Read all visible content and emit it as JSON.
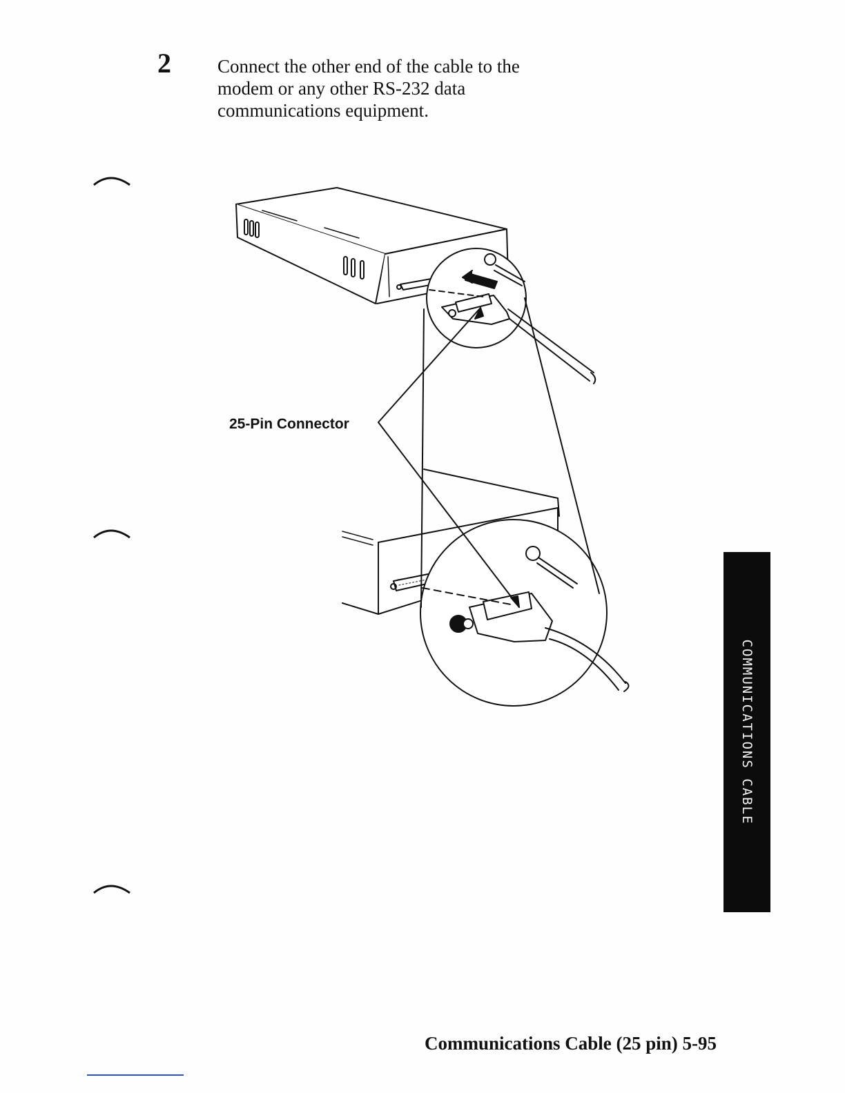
{
  "step": {
    "number": "2",
    "text_lines": [
      "Connect the other end of the cable to the",
      "modem or any other RS-232 data",
      "communications equipment."
    ]
  },
  "figure": {
    "callout": "25-Pin Connector"
  },
  "side_tab": {
    "label": "COMMUNICATIONS CABLE",
    "color": "#0c0c0c"
  },
  "footer": {
    "title": "Communications Cable (25 pin)  5-95",
    "rule_color": "#2b4fd0"
  }
}
